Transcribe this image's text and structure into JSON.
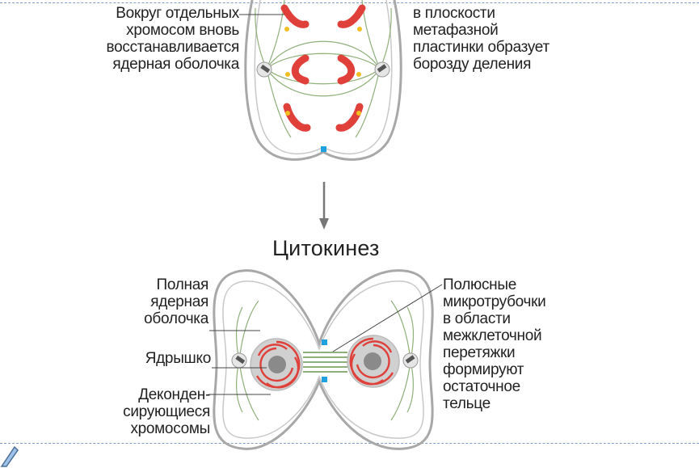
{
  "top": {
    "label_left": "Вокруг отдельных\nхромосом вновь\nвосстанавливается\nядерная оболочка",
    "label_right": "в плоскости\nметафазной\nпластинки образует\nборозду деления"
  },
  "cytokinesis": {
    "title": "Цитокинез",
    "label_nuclear_envelope": "Полная\nядерная\nоболочка",
    "label_nucleolus": "Ядрышко",
    "label_chromosomes": "Деконден-\nсирующиеся\nхромосомы",
    "label_microtubules": "Полюсные\nмикротрубочки\nв области\nмежклеточной\nперетяжки\nформируют\nостаточное\nтельце"
  },
  "colors": {
    "chromosome": "#e0403a",
    "microtubule": "#8fb07a",
    "membrane": "#a8a8a8",
    "marker_blue": "#1fa0e0",
    "marker_yellow": "#f0c020",
    "nucleus_fill": "#c8c8c8",
    "dash": "#7f9fc6"
  }
}
